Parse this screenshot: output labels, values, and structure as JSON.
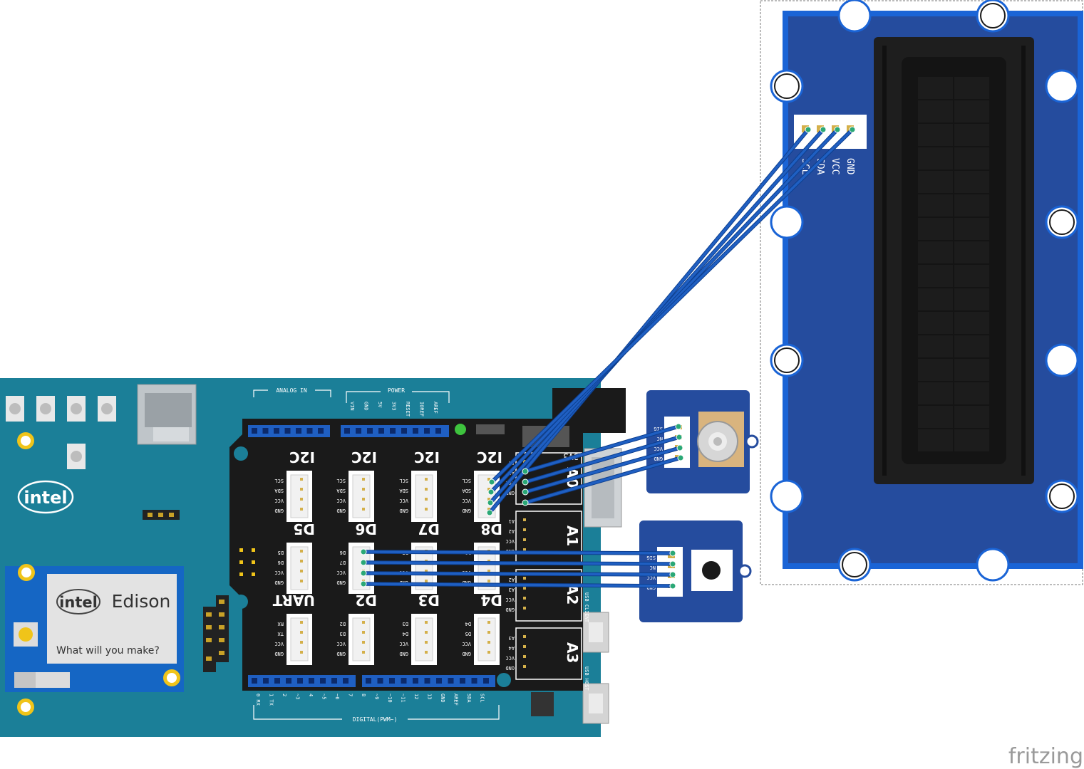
{
  "brand": {
    "logo": "intel",
    "module_logo": "intel",
    "module_name": "Edison",
    "tagline": "What will you make?",
    "watermark": "fritzing"
  },
  "colors": {
    "board": "#1b7f98",
    "shield": "#1a1a1a",
    "header_blue": "#1f5fc2",
    "wire": "#1f5fc2",
    "wire_end": "#2aa876",
    "lcd_blue": "#254c9e",
    "lcd_frame": "#1a64d6"
  },
  "board": {
    "analog_in": "ANALOG IN",
    "power": "POWER",
    "digital": "DIGITAL(PWM~)",
    "power_pins": [
      "VIN",
      "GND",
      "5V",
      "3V3",
      "RESET",
      "IOREF",
      "AREF"
    ],
    "digital_pins": [
      "0 RX",
      "1 TX",
      "2",
      "~3",
      "4",
      "~5",
      "~6",
      "7",
      "8",
      "~9",
      "~10",
      "~11",
      "12",
      "13",
      "GND",
      "AREF",
      "SDA",
      "SCL"
    ],
    "usb_labels": [
      "USB CLIENT",
      "USB HOST"
    ]
  },
  "shield": {
    "connectors": [
      {
        "label": "I2C",
        "pins": [
          "SCL",
          "SDA",
          "VCC",
          "GND"
        ]
      },
      {
        "label": "I2C",
        "pins": [
          "SCL",
          "SDA",
          "VCC",
          "GND"
        ]
      },
      {
        "label": "I2C",
        "pins": [
          "SCL",
          "SDA",
          "VCC",
          "GND"
        ]
      },
      {
        "label": "I2C",
        "pins": [
          "SCL",
          "SDA",
          "VCC",
          "GND"
        ]
      },
      {
        "label": "D5",
        "pins": [
          "D5",
          "D6",
          "VCC",
          "GND"
        ]
      },
      {
        "label": "D6",
        "pins": [
          "D6",
          "D7",
          "VCC",
          "GND"
        ]
      },
      {
        "label": "D7",
        "pins": [
          "D7",
          "D8",
          "VCC",
          "GND"
        ]
      },
      {
        "label": "D8",
        "pins": [
          "D8",
          "D9",
          "VCC",
          "GND"
        ]
      },
      {
        "label": "UART",
        "pins": [
          "RX",
          "TX",
          "VCC",
          "GND"
        ]
      },
      {
        "label": "D2",
        "pins": [
          "D2",
          "D3",
          "VCC",
          "GND"
        ]
      },
      {
        "label": "D3",
        "pins": [
          "D3",
          "D4",
          "VCC",
          "GND"
        ]
      },
      {
        "label": "D4",
        "pins": [
          "D4",
          "D5",
          "VCC",
          "GND"
        ]
      }
    ],
    "analog": [
      {
        "label": "A0",
        "pins": [
          "A0",
          "A1",
          "VCC",
          "GND"
        ]
      },
      {
        "label": "A1",
        "pins": [
          "A1",
          "A2",
          "VCC",
          "GND"
        ]
      },
      {
        "label": "A2",
        "pins": [
          "A2",
          "A3",
          "VCC",
          "GND"
        ]
      },
      {
        "label": "A3",
        "pins": [
          "A3",
          "A4",
          "VCC",
          "GND"
        ]
      }
    ],
    "voltage": "3V3"
  },
  "rotary": {
    "pins": [
      "SIG",
      "NC",
      "VCC",
      "GND"
    ]
  },
  "button": {
    "pins": [
      "SIG",
      "NC",
      "VCC",
      "GND"
    ]
  },
  "lcd": {
    "pins": [
      "GND",
      "VCC",
      "SDA",
      "SCL"
    ]
  }
}
